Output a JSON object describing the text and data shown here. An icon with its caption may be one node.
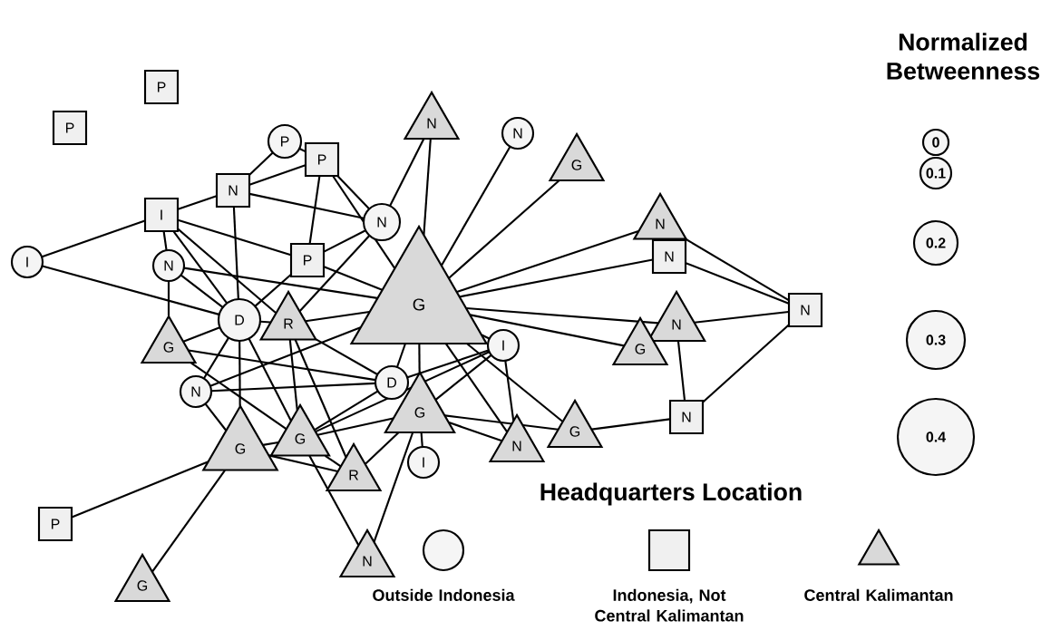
{
  "diagram": {
    "nodes": [
      {
        "text": [
          "P"
        ]
      },
      {
        "text": [
          "P"
        ]
      },
      {
        "text": [
          "P"
        ]
      },
      {
        "text": [
          "P"
        ]
      },
      {
        "text": [
          "N"
        ]
      },
      {
        "text": [
          "N"
        ]
      },
      {
        "text": [
          "G"
        ]
      },
      {
        "text": [
          "N"
        ]
      },
      {
        "text": [
          "I"
        ]
      },
      {
        "text": [
          "N"
        ]
      },
      {
        "text": [
          "N"
        ]
      },
      {
        "text": [
          "N"
        ]
      },
      {
        "text": [
          "I"
        ]
      },
      {
        "text": [
          "N"
        ]
      },
      {
        "text": [
          "P"
        ]
      },
      {
        "text": [
          "G"
        ]
      },
      {
        "text": [
          "D"
        ]
      },
      {
        "text": [
          "R"
        ]
      },
      {
        "text": [
          "N"
        ]
      },
      {
        "text": [
          "N"
        ]
      },
      {
        "text": [
          "G"
        ]
      },
      {
        "text": [
          "I"
        ]
      },
      {
        "text": [
          "G"
        ]
      },
      {
        "text": [
          "D"
        ]
      },
      {
        "text": [
          "N"
        ]
      },
      {
        "text": [
          "G"
        ]
      },
      {
        "text": [
          "N"
        ]
      },
      {
        "text": [
          "G"
        ]
      },
      {
        "text": [
          "N"
        ]
      },
      {
        "text": [
          "G"
        ]
      },
      {
        "text": [
          "G"
        ]
      },
      {
        "text": [
          "I"
        ]
      },
      {
        "text": [
          "R"
        ]
      },
      {
        "text": [
          "P"
        ]
      },
      {
        "text": [
          "N"
        ]
      },
      {
        "text": [
          "G"
        ]
      }
    ],
    "edges": [
      {
        "from": 12,
        "to": 8,
        "arrow": "none"
      },
      {
        "from": 12,
        "to": 16,
        "arrow": "none"
      },
      {
        "from": 8,
        "to": 7,
        "arrow": "none"
      },
      {
        "from": 8,
        "to": 14,
        "arrow": "none"
      },
      {
        "from": 8,
        "to": 13,
        "arrow": "none"
      },
      {
        "from": 8,
        "to": 16,
        "arrow": "none"
      },
      {
        "from": 8,
        "to": 17,
        "arrow": "none"
      },
      {
        "from": 7,
        "to": 2,
        "arrow": "none"
      },
      {
        "from": 7,
        "to": 3,
        "arrow": "none"
      },
      {
        "from": 7,
        "to": 16,
        "arrow": "none"
      },
      {
        "from": 7,
        "to": 9,
        "arrow": "none"
      },
      {
        "from": 2,
        "to": 3,
        "arrow": "none"
      },
      {
        "from": 3,
        "to": 14,
        "arrow": "none"
      },
      {
        "from": 3,
        "to": 9,
        "arrow": "none"
      },
      {
        "from": 3,
        "to": 15,
        "arrow": "none"
      },
      {
        "from": 9,
        "to": 4,
        "arrow": "none"
      },
      {
        "from": 9,
        "to": 14,
        "arrow": "none"
      },
      {
        "from": 9,
        "to": 17,
        "arrow": "none"
      },
      {
        "from": 4,
        "to": 15,
        "arrow": "none"
      },
      {
        "from": 5,
        "to": 15,
        "arrow": "none"
      },
      {
        "from": 6,
        "to": 15,
        "arrow": "none"
      },
      {
        "from": 10,
        "to": 15,
        "arrow": "none"
      },
      {
        "from": 11,
        "to": 15,
        "arrow": "none"
      },
      {
        "from": 19,
        "to": 15,
        "arrow": "none"
      },
      {
        "from": 22,
        "to": 15,
        "arrow": "none"
      },
      {
        "from": 10,
        "to": 18,
        "arrow": "none"
      },
      {
        "from": 11,
        "to": 18,
        "arrow": "none"
      },
      {
        "from": 19,
        "to": 18,
        "arrow": "none"
      },
      {
        "from": 19,
        "to": 26,
        "arrow": "none"
      },
      {
        "from": 26,
        "to": 18,
        "arrow": "none"
      },
      {
        "from": 26,
        "to": 27,
        "arrow": "none"
      },
      {
        "from": 27,
        "to": 25,
        "arrow": "none"
      },
      {
        "from": 13,
        "to": 15,
        "arrow": "none"
      },
      {
        "from": 13,
        "to": 16,
        "arrow": "none"
      },
      {
        "from": 13,
        "to": 20,
        "arrow": "none"
      },
      {
        "from": 14,
        "to": 15,
        "arrow": "none"
      },
      {
        "from": 14,
        "to": 16,
        "arrow": "none"
      },
      {
        "from": 16,
        "to": 20,
        "arrow": "none"
      },
      {
        "from": 16,
        "to": 24,
        "arrow": "none"
      },
      {
        "from": 16,
        "to": 30,
        "arrow": "none"
      },
      {
        "from": 16,
        "to": 29,
        "arrow": "none"
      },
      {
        "from": 16,
        "to": 17,
        "arrow": "none"
      },
      {
        "from": 17,
        "to": 15,
        "arrow": "none"
      },
      {
        "from": 17,
        "to": 23,
        "arrow": "none"
      },
      {
        "from": 17,
        "to": 29,
        "arrow": "none"
      },
      {
        "from": 17,
        "to": 32,
        "arrow": "none"
      },
      {
        "from": 20,
        "to": 23,
        "arrow": "none"
      },
      {
        "from": 20,
        "to": 29,
        "arrow": "none"
      },
      {
        "from": 24,
        "to": 23,
        "arrow": "none"
      },
      {
        "from": 24,
        "to": 30,
        "arrow": "none"
      },
      {
        "from": 30,
        "to": 29,
        "arrow": "none"
      },
      {
        "from": 30,
        "to": 32,
        "arrow": "none"
      },
      {
        "from": 30,
        "to": 33,
        "arrow": "none"
      },
      {
        "from": 30,
        "to": 35,
        "arrow": "none"
      },
      {
        "from": 29,
        "to": 23,
        "arrow": "none"
      },
      {
        "from": 29,
        "to": 25,
        "arrow": "none"
      },
      {
        "from": 29,
        "to": 32,
        "arrow": "none"
      },
      {
        "from": 29,
        "to": 34,
        "arrow": "none"
      },
      {
        "from": 29,
        "to": 21,
        "arrow": "none"
      },
      {
        "from": 25,
        "to": 31,
        "arrow": "none"
      },
      {
        "from": 25,
        "to": 28,
        "arrow": "none"
      },
      {
        "from": 25,
        "to": 21,
        "arrow": "none"
      },
      {
        "from": 25,
        "to": 15,
        "arrow": "none"
      },
      {
        "from": 25,
        "to": 34,
        "arrow": "none"
      },
      {
        "from": 23,
        "to": 15,
        "arrow": "none"
      },
      {
        "from": 21,
        "to": 15,
        "arrow": "none"
      },
      {
        "from": 21,
        "to": 23,
        "arrow": "none"
      },
      {
        "from": 21,
        "to": 28,
        "arrow": "none"
      },
      {
        "from": 15,
        "to": 28,
        "arrow": "none"
      },
      {
        "from": 15,
        "to": 27,
        "arrow": "none"
      },
      {
        "from": 32,
        "to": 25,
        "arrow": "none"
      },
      {
        "from": 24,
        "to": 15,
        "arrow": "none"
      }
    ],
    "labels": [
      "Normalized Betweenness",
      "Headquarters Location"
    ],
    "legend": [
      {
        "text": "0"
      },
      {
        "text": "0.1"
      },
      {
        "text": "0.2"
      },
      {
        "text": "0.3"
      },
      {
        "text": "0.4"
      },
      {
        "text": "Outside Indonesia"
      },
      {
        "text": "Indonesia, Not Central Kalimantan"
      },
      {
        "text": "Central Kalimantan"
      }
    ]
  }
}
